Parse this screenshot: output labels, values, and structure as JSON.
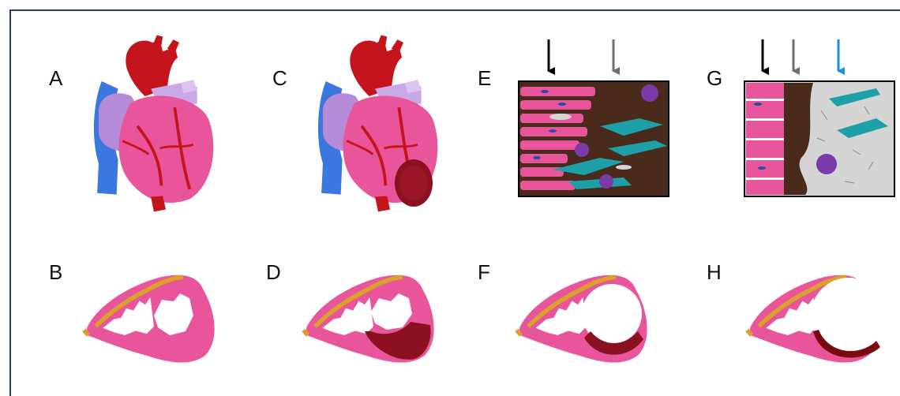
{
  "panels": {
    "A": "A",
    "B": "B",
    "C": "C",
    "D": "D",
    "E": "E",
    "F": "F",
    "G": "G",
    "H": "H"
  },
  "colors": {
    "frame": "#2b3a66",
    "myocardium": "#e8559a",
    "infarct": "#8b1020",
    "scar": "#7a0a10",
    "vessel_red": "#c4141c",
    "vein_blue": "#3a78e0",
    "atrium_purple": "#b58bd8",
    "fat_yellow": "#d9a02a",
    "necrosis_brown": "#4a2a1a",
    "fibroblast_teal": "#1ea0a8",
    "macrophage_purple": "#7a3aa8",
    "collagen_grey": "#d4d4d4",
    "arrow_black": "#000000",
    "arrow_grey": "#6e6e6e",
    "arrow_blue": "#1a8fd8"
  }
}
